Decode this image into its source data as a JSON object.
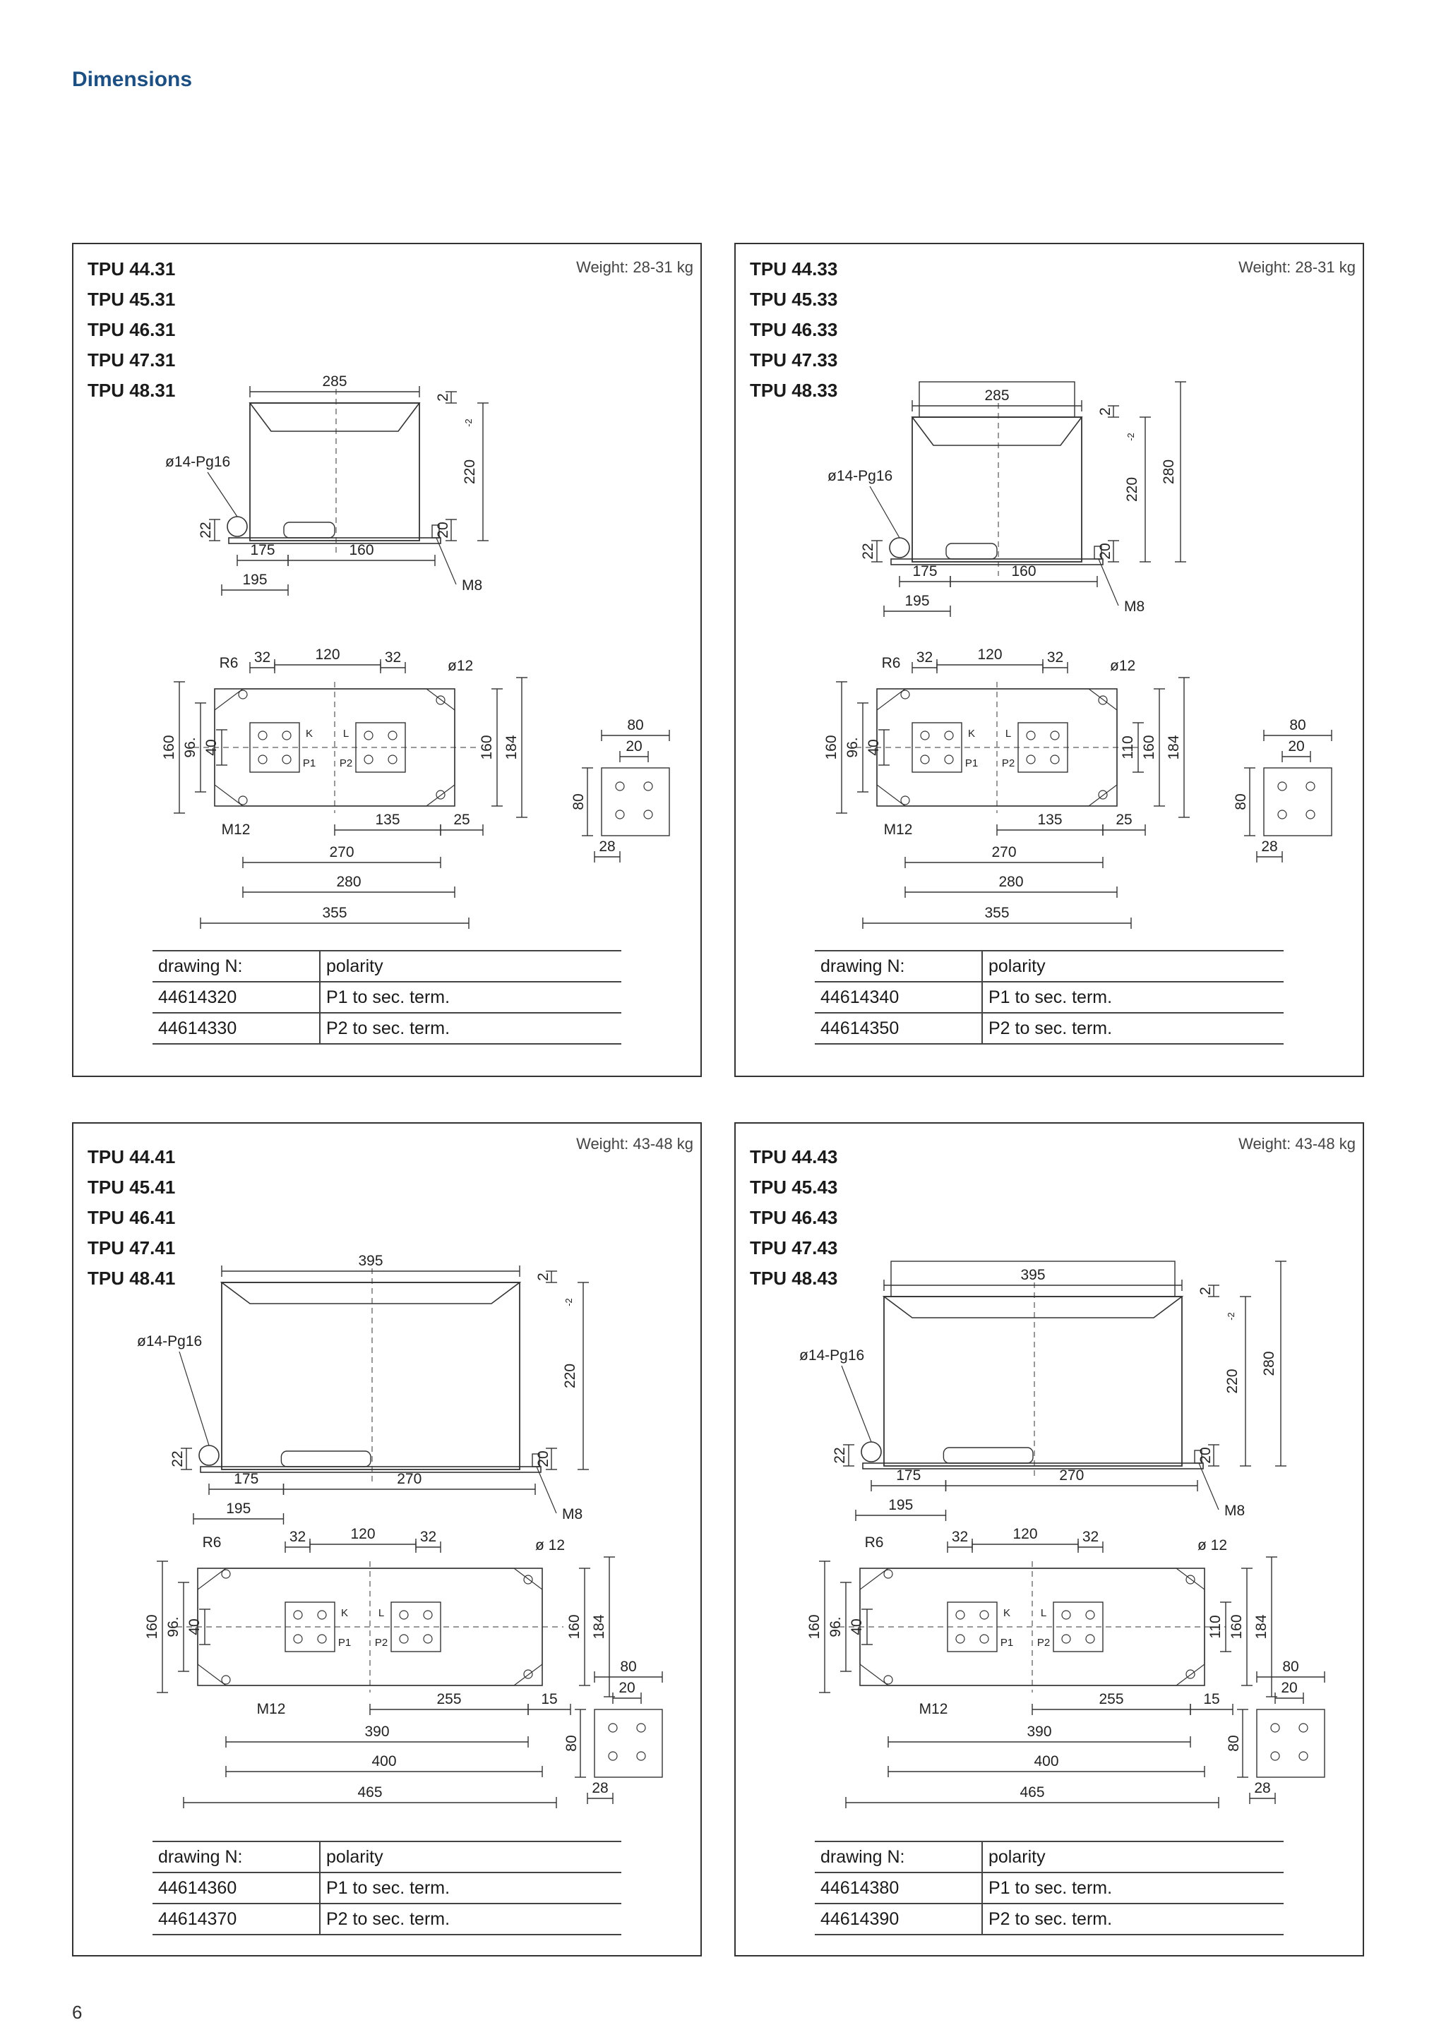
{
  "page": {
    "heading": "Dimensions",
    "page_number": "6"
  },
  "panels": [
    {
      "models": [
        "TPU 44.31",
        "TPU 45.31",
        "TPU 46.31",
        "TPU 47.31",
        "TPU 48.31"
      ],
      "weight": "Weight: 28-31 kg",
      "dims": {
        "top_width": "285",
        "gland": "ø14-Pg16",
        "h2": "2",
        "height": "220",
        "tol": "-2",
        "h20": "20",
        "h22": "22",
        "w175": "175",
        "w160": "160",
        "w195": "195",
        "bolt": "M8",
        "r6": "R6",
        "p32": "32",
        "p120": "120",
        "hole": "ø12",
        "v160": "160",
        "v96": "96.",
        "v40": "40",
        "v110": "",
        "v160b": "160",
        "v184": "184",
        "k": "K",
        "l": "L",
        "p1": "P1",
        "p2": "P2",
        "m12": "M12",
        "w135": "135",
        "w25": "25",
        "w270": "270",
        "w280": "280",
        "w355": "355",
        "d80": "80",
        "d20": "20",
        "d80v": "80",
        "d28": "28",
        "h280": ""
      },
      "table": {
        "header": [
          "drawing N:",
          "polarity"
        ],
        "rows": [
          [
            "44614320",
            "P1 to sec. term."
          ],
          [
            "44614330",
            "P2 to sec. term."
          ]
        ]
      }
    },
    {
      "models": [
        "TPU 44.33",
        "TPU 45.33",
        "TPU 46.33",
        "TPU 47.33",
        "TPU 48.33"
      ],
      "weight": "Weight: 28-31 kg",
      "dims": {
        "top_width": "285",
        "gland": "ø14-Pg16",
        "h2": "2",
        "height": "220",
        "tol": "-2",
        "h20": "20",
        "h22": "22",
        "w175": "175",
        "w160": "160",
        "w195": "195",
        "bolt": "M8",
        "r6": "R6",
        "p32": "32",
        "p120": "120",
        "hole": "ø12",
        "v160": "160",
        "v96": "96.",
        "v40": "40",
        "v110": "110",
        "v160b": "160",
        "v184": "184",
        "k": "K",
        "l": "L",
        "p1": "P1",
        "p2": "P2",
        "m12": "M12",
        "w135": "135",
        "w25": "25",
        "w270": "270",
        "w280": "280",
        "w355": "355",
        "d80": "80",
        "d20": "20",
        "d80v": "80",
        "d28": "28",
        "h280": "280"
      },
      "table": {
        "header": [
          "drawing N:",
          "polarity"
        ],
        "rows": [
          [
            "44614340",
            "P1 to sec. term."
          ],
          [
            "44614350",
            "P2 to sec. term."
          ]
        ]
      }
    },
    {
      "models": [
        "TPU 44.41",
        "TPU 45.41",
        "TPU 46.41",
        "TPU 47.41",
        "TPU 48.41"
      ],
      "weight": "Weight: 43-48 kg",
      "dims": {
        "top_width": "395",
        "gland": "ø14-Pg16",
        "h2": "2",
        "height": "220",
        "tol": "-2",
        "h20": "20",
        "h22": "22",
        "w175": "175",
        "w160": "270",
        "w195": "195",
        "bolt": "M8",
        "r6": "R6",
        "p32": "32",
        "p120": "120",
        "hole": "ø 12",
        "v160": "160",
        "v96": "96.",
        "v40": "40",
        "v110": "",
        "v160b": "160",
        "v184": "184",
        "k": "K",
        "l": "L",
        "p1": "P1",
        "p2": "P2",
        "m12": "M12",
        "w135": "255",
        "w25": "15",
        "w270": "390",
        "w280": "400",
        "w355": "465",
        "d80": "80",
        "d20": "20",
        "d80v": "80",
        "d28": "28",
        "h280": ""
      },
      "table": {
        "header": [
          "drawing N:",
          "polarity"
        ],
        "rows": [
          [
            "44614360",
            "P1 to sec. term."
          ],
          [
            "44614370",
            "P2 to sec. term."
          ]
        ]
      }
    },
    {
      "models": [
        "TPU 44.43",
        "TPU 45.43",
        "TPU 46.43",
        "TPU 47.43",
        "TPU 48.43"
      ],
      "weight": "Weight: 43-48 kg",
      "dims": {
        "top_width": "395",
        "gland": "ø14-Pg16",
        "h2": "2",
        "height": "220",
        "tol": "-2",
        "h20": "20",
        "h22": "22",
        "w175": "175",
        "w160": "270",
        "w195": "195",
        "bolt": "M8",
        "r6": "R6",
        "p32": "32",
        "p120": "120",
        "hole": "ø 12",
        "v160": "160",
        "v96": "96.",
        "v40": "40",
        "v110": "110",
        "v160b": "160",
        "v184": "184",
        "k": "K",
        "l": "L",
        "p1": "P1",
        "p2": "P2",
        "m12": "M12",
        "w135": "255",
        "w25": "15",
        "w270": "390",
        "w280": "400",
        "w355": "465",
        "d80": "80",
        "d20": "20",
        "d80v": "80",
        "d28": "28",
        "h280": "280"
      },
      "table": {
        "header": [
          "drawing N:",
          "polarity"
        ],
        "rows": [
          [
            "44614380",
            "P1 to sec. term."
          ],
          [
            "44614390",
            "P2 to sec. term."
          ]
        ]
      }
    }
  ]
}
